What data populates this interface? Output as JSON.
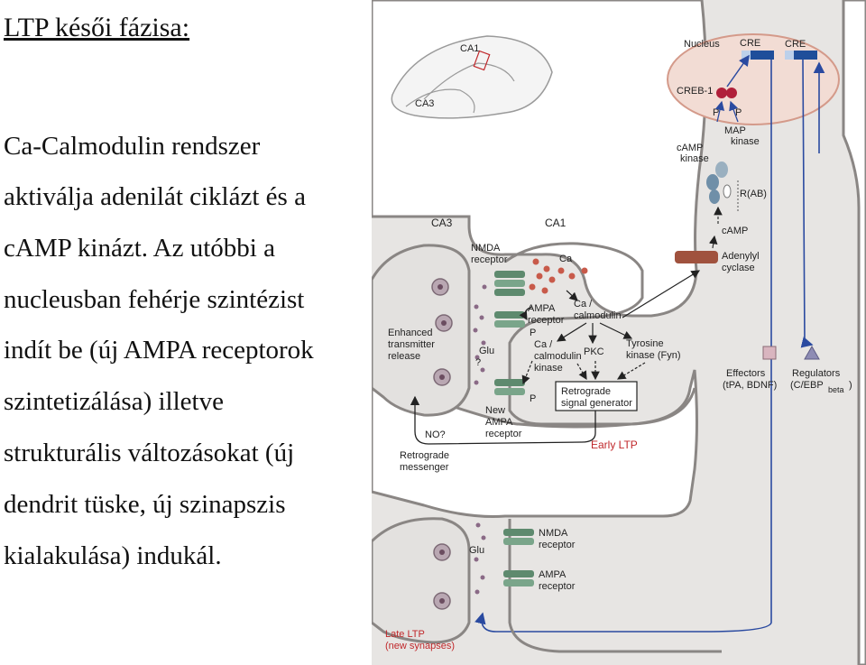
{
  "slide": {
    "title": "LTP késői fázisa:",
    "paragraph_lines": [
      "Ca-Calmodulin rendszer",
      "aktiválja adenilát ciklázt és a",
      "cAMP kinázt. Az utóbbi a",
      "nucleusban fehérje szintézist",
      "indít be (új AMPA receptorok",
      "szintetizálása) illetve",
      "strukturális változásokat (új",
      "dendrit tüske, új szinapszis",
      "kialakulása) indukál."
    ]
  },
  "diagram": {
    "inset": {
      "ca1": "CA1",
      "ca3": "CA3"
    },
    "labels": {
      "ca3": "CA3",
      "ca1": "CA1",
      "nucleus": "Nucleus",
      "cre_1": "CRE",
      "cre_2": "CRE",
      "creb": "CREB-1",
      "p1": "P",
      "p2": "P",
      "map_kinase_1": "MAP",
      "map_kinase_2": "kinase",
      "camp_kinase_1": "cAMP",
      "camp_kinase_2": "kinase",
      "r_ab": "R(AB)",
      "camp": "cAMP",
      "adenylyl_1": "Adenylyl",
      "adenylyl_2": "cyclase",
      "nmda_1": "NMDA",
      "nmda_2": "receptor",
      "ca": "Ca",
      "ampa_1": "AMPA",
      "ampa_2": "receptor",
      "p_ampa": "P",
      "ca_calmodulin_1": "Ca /",
      "ca_calmodulin_2": "calmodulin",
      "ca_cam_kinase_1": "Ca /",
      "ca_cam_kinase_2": "calmodulin",
      "ca_cam_kinase_3": "kinase",
      "pkc": "PKC",
      "tyrosine_1": "Tyrosine",
      "tyrosine_2": "kinase (Fyn)",
      "retrograde_gen_1": "Retrograde",
      "retrograde_gen_2": "signal generator",
      "enhanced_1": "Enhanced",
      "enhanced_2": "transmitter",
      "enhanced_3": "release",
      "glu_top": "Glu",
      "question": "?",
      "p_new": "P",
      "new_ampa_1": "New",
      "new_ampa_2": "AMPA",
      "new_ampa_3": "receptor",
      "no": "NO?",
      "retrograde_msg_1": "Retrograde",
      "retrograde_msg_2": "messenger",
      "early_ltp": "Early LTP",
      "effectors_1": "Effectors",
      "effectors_2": "(tPA, BDNF)",
      "regulators_1": "Regulators",
      "regulators_2": "(C/EBP",
      "regulators_sub": "beta",
      "regulators_3": ")",
      "glu_bottom": "Glu",
      "nmda_b1": "NMDA",
      "nmda_b2": "receptor",
      "ampa_b1": "AMPA",
      "ampa_b2": "receptor",
      "late_ltp_1": "Late LTP",
      "late_ltp_2": "(new synapses)"
    },
    "colors": {
      "red_label": "#c0282b",
      "cre_blue": "#1f4e9a",
      "receptor_green": "#5e8a6e",
      "ca_dot": "#c85a4a",
      "adenylyl": "#a0523e",
      "arrow_blue": "#2a4aa0",
      "nucleus_fill": "#f2dcd4",
      "cell_fill": "#e7e5e3",
      "effector_fill": "#d9b5bf",
      "regulator_fill": "#8e8cb4"
    }
  }
}
